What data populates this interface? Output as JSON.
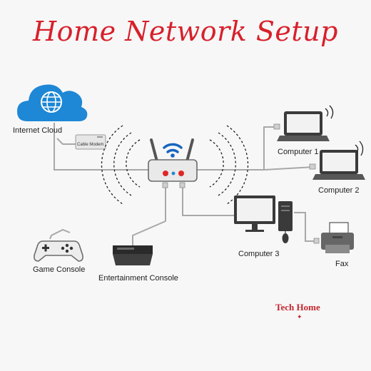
{
  "title": "Home Network Setup",
  "nodes": {
    "internet_cloud": "Internet Cloud",
    "cable_modem": "Cable Modem",
    "computer_1": "Computer 1",
    "computer_2": "Computer 2",
    "computer_3": "Computer 3",
    "fax": "Fax",
    "game_console": "Game Console",
    "entertainment_console": "Entertainment Console"
  },
  "brand": "Tech Home",
  "icons": [
    "cloud-globe-icon",
    "cable-modem-icon",
    "wifi-router-icon",
    "laptop-icon",
    "desktop-computer-icon",
    "fax-machine-icon",
    "game-controller-icon",
    "media-console-icon",
    "wireless-signal-icon"
  ],
  "colors": {
    "title": "#d8202b",
    "cloud": "#1e87d6",
    "wifi": "#1565c0",
    "cables": "#a8a8a8",
    "brand": "#c2262e"
  }
}
